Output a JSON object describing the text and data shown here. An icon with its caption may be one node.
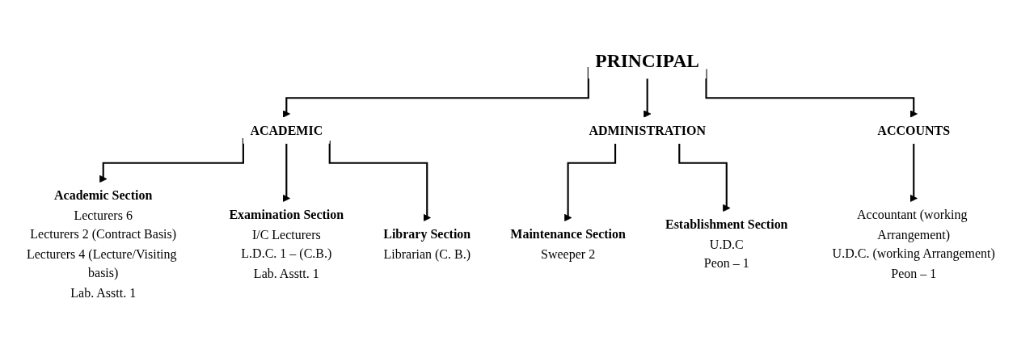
{
  "diagram": {
    "nodes": [
      {
        "text": [
          "PRINCIPAL"
        ]
      },
      {
        "text": [
          "ACADEMIC"
        ]
      },
      {
        "text": [
          "ADMINISTRATION"
        ]
      },
      {
        "text": [
          "ACCOUNTS"
        ]
      },
      {
        "text": [
          "Academic Section",
          "Lecturers 6",
          "Lecturers 2 (Contract Basis)",
          "Lecturers 4 (Lecture/Visiting basis)",
          "Lab. Asstt. 1"
        ]
      },
      {
        "text": [
          "Examination Section",
          "I/C Lecturers",
          "L.D.C. 1 – (C.B.)",
          "Lab. Asstt. 1"
        ]
      },
      {
        "text": [
          "Library Section",
          "Librarian (C. B.)"
        ]
      },
      {
        "text": [
          "Maintenance Section",
          "Sweeper 2"
        ]
      },
      {
        "text": [
          "Establishment Section",
          "U.D.C",
          "Peon – 1"
        ]
      },
      {
        "text": [
          "Accountant (working Arrangement)",
          "U.D.C. (working Arrangement)",
          "Peon – 1"
        ]
      }
    ],
    "edges": [
      {
        "from": 0,
        "to": 1,
        "arrow": "to"
      },
      {
        "from": 0,
        "to": 2,
        "arrow": "to"
      },
      {
        "from": 0,
        "to": 3,
        "arrow": "to"
      },
      {
        "from": 1,
        "to": 4,
        "arrow": "to"
      },
      {
        "from": 1,
        "to": 5,
        "arrow": "to"
      },
      {
        "from": 1,
        "to": 6,
        "arrow": "to"
      },
      {
        "from": 2,
        "to": 7,
        "arrow": "to"
      },
      {
        "from": 2,
        "to": 8,
        "arrow": "to"
      },
      {
        "from": 3,
        "to": 9,
        "arrow": "to"
      }
    ]
  }
}
